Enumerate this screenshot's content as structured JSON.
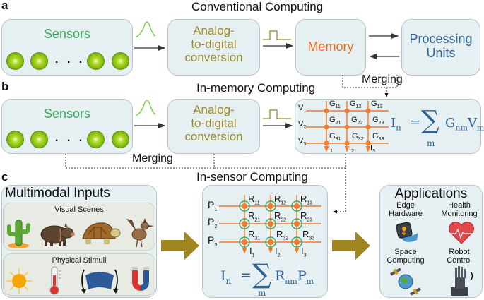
{
  "panels": {
    "a": {
      "letter": "a",
      "title": "Conventional Computing",
      "sensors_label": "Sensors",
      "ellipsis": ". . .",
      "adc_label_lines": [
        "Analog-",
        "to-digital",
        "conversion"
      ],
      "memory_label": "Memory",
      "processing_label_lines": [
        "Processing",
        "Units"
      ],
      "merging_label": "Merging"
    },
    "b": {
      "letter": "b",
      "title": "In-memory Computing",
      "sensors_label": "Sensors",
      "ellipsis": ". . .",
      "adc_label_lines": [
        "Analog-",
        "to-digital",
        "conversion"
      ],
      "merging_label": "Merging",
      "crossbar": {
        "row_inputs": [
          "V1",
          "V2",
          "V3"
        ],
        "column_outputs": [
          "I1",
          "I2",
          "I3"
        ],
        "cells": [
          [
            "G11",
            "G12",
            "G13"
          ],
          [
            "G21",
            "G22",
            "G23"
          ],
          [
            "G31",
            "G32",
            "G33"
          ]
        ],
        "formula": {
          "lhs": "I",
          "lhs_sub": "n",
          "eq": "=",
          "sum_index": "m",
          "term1": "G",
          "term1_sub": "nm",
          "term2": "V",
          "term2_sub": "m"
        }
      }
    },
    "c": {
      "letter": "c",
      "title": "In-sensor Computing",
      "inputs": {
        "title": "Multimodal Inputs",
        "visual_scenes": {
          "title": "Visual Scenes",
          "icons": [
            "cactus-icon",
            "boar-icon",
            "tortoise-icon",
            "roadrunner-icon"
          ]
        },
        "physical_stimuli": {
          "title": "Physical Stimuli",
          "icons": [
            "sun-icon",
            "thermometer-icon",
            "bending-icon",
            "magnet-icon"
          ]
        }
      },
      "crossbar": {
        "row_inputs": [
          "P1",
          "P2",
          "P3"
        ],
        "column_outputs": [
          "I1",
          "I2",
          "I3"
        ],
        "cells": [
          [
            "R11",
            "R12",
            "R13"
          ],
          [
            "R21",
            "R22",
            "R23"
          ],
          [
            "R31",
            "R32",
            "R33"
          ]
        ],
        "formula": {
          "lhs": "I",
          "lhs_sub": "n",
          "eq": "=",
          "sum_index": "m",
          "term1": "R",
          "term1_sub": "nm",
          "term2": "P",
          "term2_sub": "m"
        }
      },
      "applications": {
        "title": "Applications",
        "items": [
          {
            "label_lines": [
              "Edge",
              "Hardware"
            ],
            "icon": "smartwatch-icon"
          },
          {
            "label_lines": [
              "Health",
              "Monitoring"
            ],
            "icon": "heart-icon"
          },
          {
            "label_lines": [
              "Space",
              "Computing"
            ],
            "icon": "satellite-icon"
          },
          {
            "label_lines": [
              "Robot",
              "Control"
            ],
            "icon": "robot-hand-icon"
          }
        ]
      }
    }
  },
  "colors": {
    "box_fill": "#e6eff1",
    "sensor_text": "#3aa85c",
    "adc_text": "#9a8a2a",
    "memory_text": "#e8711c",
    "processing_text": "#2f6496",
    "crossbar_line": "#f07d2a",
    "rram_ring": "#3aa85c",
    "big_arrow": "#a08620",
    "formula": "#2f6496"
  }
}
